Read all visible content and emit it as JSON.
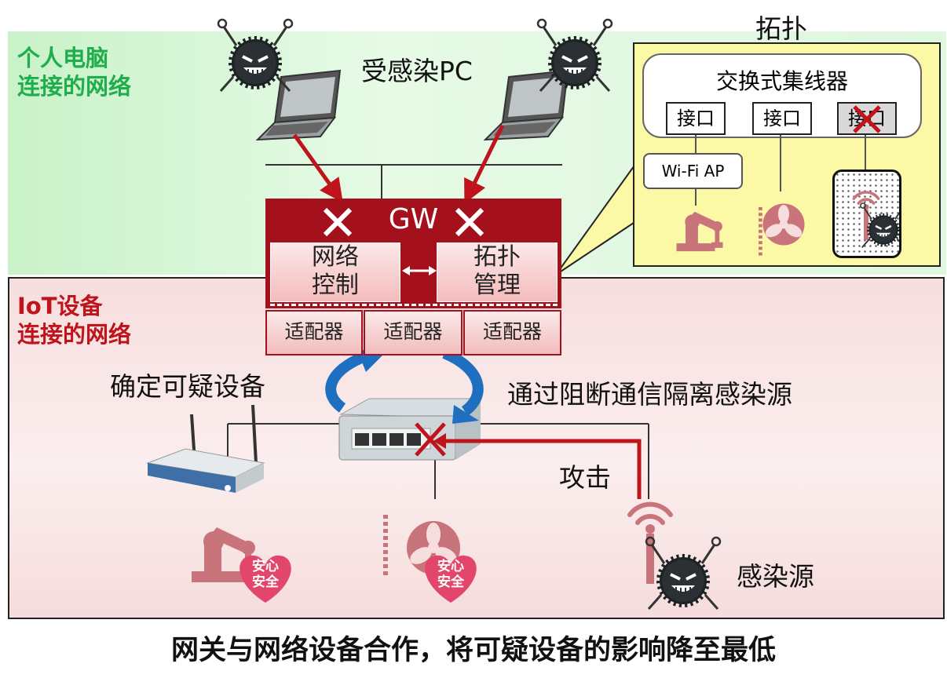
{
  "regions": {
    "pc_network": "个人电脑\n连接的网络",
    "iot_network": "IoT设备\n连接的网络"
  },
  "labels": {
    "infected_pc": "受感染PC",
    "topology_title": "拓扑",
    "identify": "确定可疑设备",
    "isolate": "通过阻断通信隔离感染源",
    "attack": "攻击",
    "infection_source": "感染源",
    "caption": "网关与网络设备合作，将可疑设备的影响降至最低"
  },
  "gateway": {
    "title": "GW",
    "network_control": "网络\n控制",
    "topology_mgmt": "拓扑\n管理",
    "adapters": [
      "适配器",
      "适配器",
      "适配器"
    ]
  },
  "topology": {
    "hub": "交换式集线器",
    "ports": [
      "接口",
      "接口",
      "接口"
    ],
    "wifi_ap": "Wi-Fi AP"
  },
  "badges": {
    "safe": "安心\n安全"
  },
  "colors": {
    "pc_region": "#d6f5d6",
    "iot_region": "#f8e2e2",
    "gateway": "#a5101d",
    "green_text": "#1fae4b",
    "red_text": "#c0141c",
    "arrow_red": "#c0141c",
    "arrow_blue": "#1f6fc0",
    "callout": "#fbf9a6"
  }
}
